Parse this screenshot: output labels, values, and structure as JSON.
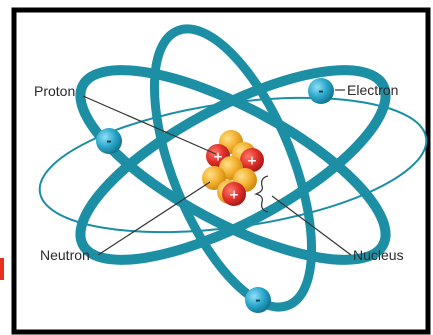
{
  "labels": {
    "proton": "Proton",
    "electron": "Electron",
    "neutron": "Neutron",
    "nucleus": "Nucleus"
  },
  "symbols": {
    "positive": "+",
    "negative": "-"
  },
  "colors": {
    "orbit": "#1f8fa3",
    "orbit_dark": "#136b7c",
    "proton": "#d92a2a",
    "neutron": "#f0a928",
    "electron": "#2aa3c7",
    "border": "#000000"
  }
}
